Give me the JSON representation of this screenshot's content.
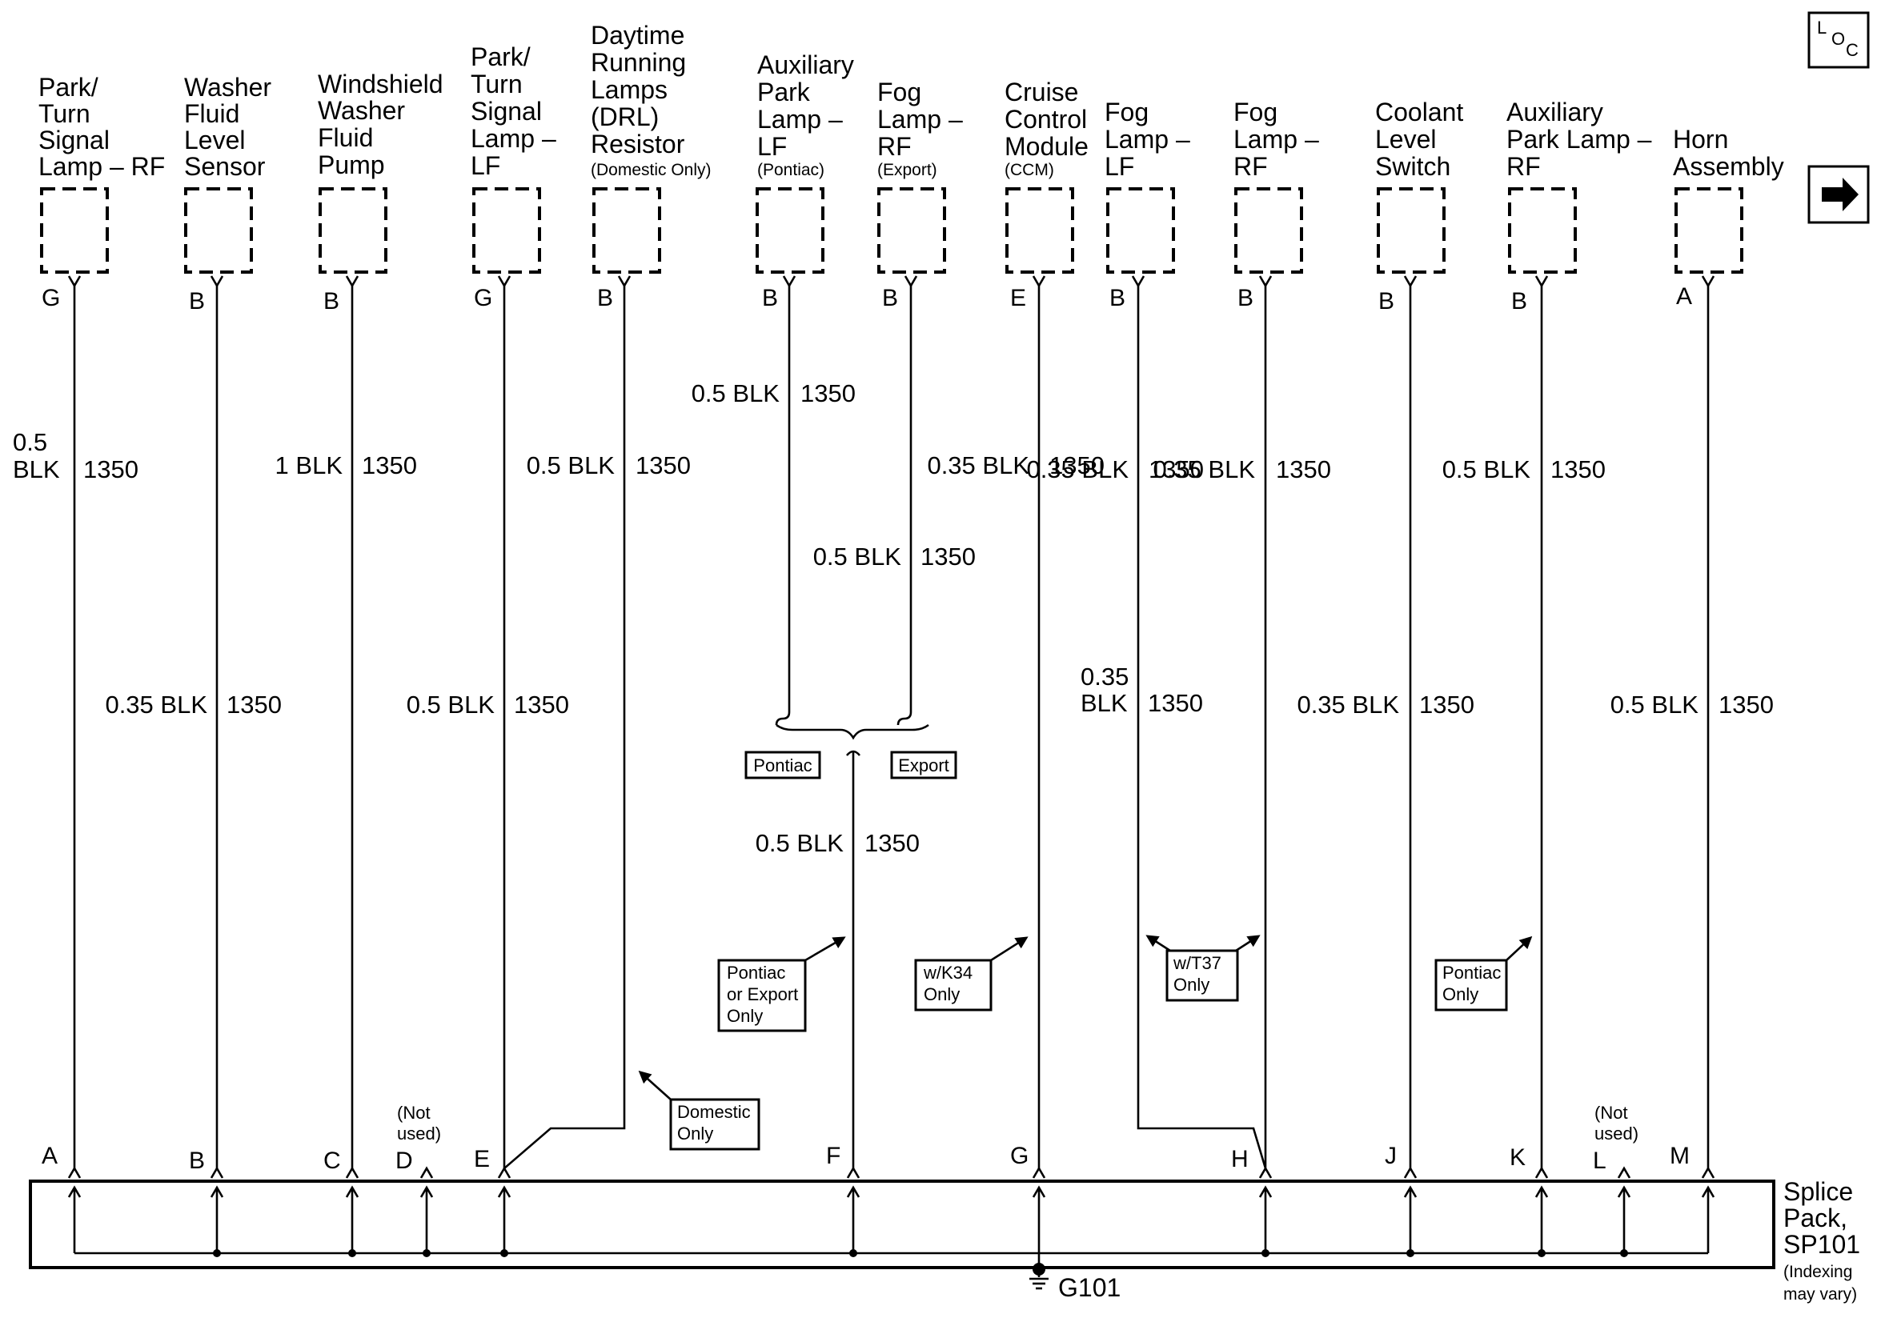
{
  "diagram": {
    "components": [
      {
        "lines": [
          "Park/",
          "Turn",
          "Signal",
          "Lamp – RF"
        ],
        "sub": "",
        "pin": "G",
        "wire": [
          "0.5",
          "BLK",
          "1350"
        ],
        "splice_cavity": "A"
      },
      {
        "lines": [
          "Washer",
          "Fluid",
          "Level",
          "Sensor"
        ],
        "sub": "",
        "pin": "B",
        "wire": [
          "0.35 BLK",
          "1350"
        ],
        "splice_cavity": "B"
      },
      {
        "lines": [
          "Windshield",
          "Washer",
          "Fluid",
          "Pump"
        ],
        "sub": "",
        "pin": "B",
        "wire": [
          "1 BLK",
          "1350"
        ],
        "splice_cavity": "C"
      },
      {
        "lines": [
          "Park/",
          "Turn",
          "Signal",
          "Lamp –",
          "LF"
        ],
        "sub": "",
        "pin": "G",
        "wire": [
          "0.5 BLK",
          "1350"
        ],
        "splice_cavity": "E"
      },
      {
        "lines": [
          "Daytime",
          "Running",
          "Lamps",
          "(DRL)",
          "Resistor"
        ],
        "sub": "(Domestic Only)",
        "pin": "B",
        "wire": [
          "0.5 BLK",
          "1350"
        ],
        "splice_cavity": "E"
      },
      {
        "lines": [
          "Auxiliary",
          "Park",
          "Lamp –",
          "LF"
        ],
        "sub": "(Pontiac)",
        "pin": "B",
        "wire": [
          "0.5 BLK",
          "1350"
        ],
        "splice_cavity": "F"
      },
      {
        "lines": [
          "Fog",
          "Lamp –",
          "RF"
        ],
        "sub": "(Export)",
        "pin": "B",
        "wire": [
          "0.5 BLK",
          "1350"
        ],
        "splice_cavity": "F"
      },
      {
        "lines": [
          "Cruise",
          "Control",
          "Module"
        ],
        "sub": "(CCM)",
        "pin": "E",
        "wire": [
          "0.35 BLK",
          "1350"
        ],
        "splice_cavity": "G"
      },
      {
        "lines": [
          "Fog",
          "Lamp –",
          "LF"
        ],
        "sub": "",
        "pin": "B",
        "wire": [
          "0.35 BLK",
          "1350"
        ],
        "splice_cavity": "H"
      },
      {
        "lines": [
          "Fog",
          "Lamp –",
          "RF"
        ],
        "sub": "",
        "pin": "B",
        "wire": [
          "0.35 BLK",
          "1350"
        ],
        "splice_cavity": "H"
      },
      {
        "lines": [
          "Coolant",
          "Level",
          "Switch"
        ],
        "sub": "",
        "pin": "B",
        "wire": [
          "0.35 BLK",
          "1350"
        ],
        "splice_cavity": "J"
      },
      {
        "lines": [
          "Auxiliary",
          "Park Lamp –",
          "RF"
        ],
        "sub": "",
        "pin": "B",
        "wire": [
          "0.5 BLK",
          "1350"
        ],
        "splice_cavity": "K"
      },
      {
        "lines": [
          "Horn",
          "Assembly"
        ],
        "sub": "",
        "pin": "A",
        "wire": [
          "0.5 BLK",
          "1350"
        ],
        "splice_cavity": "M"
      }
    ],
    "fog_lf_lower_wire": [
      "0.35",
      "BLK",
      "1350"
    ],
    "merged_wire": [
      "0.5 BLK",
      "1350"
    ],
    "branch_labels": {
      "pontiac": "Pontiac",
      "export": "Export"
    },
    "notes": {
      "pontiac_or_export": [
        "Pontiac",
        "or Export",
        "Only"
      ],
      "domestic": [
        "Domestic",
        "Only"
      ],
      "wk34": [
        "w/K34",
        "Only"
      ],
      "wt37": [
        "w/T37",
        "Only"
      ],
      "pontiac_only": [
        "Pontiac",
        "Only"
      ]
    },
    "splice_cavities": [
      "A",
      "B",
      "C",
      "D",
      "E",
      "F",
      "G",
      "H",
      "J",
      "K",
      "L",
      "M"
    ],
    "not_used": [
      "(Not",
      "used)"
    ],
    "splice_pack": [
      "Splice",
      "Pack,",
      "SP101"
    ],
    "splice_pack_note": [
      "(Indexing",
      "may vary)"
    ],
    "ground": "G101",
    "loc_icon_letters": [
      "L",
      "O",
      "C"
    ],
    "icons": [
      "loc-icon",
      "next-page-arrow-icon",
      "ground-symbol-icon"
    ]
  }
}
